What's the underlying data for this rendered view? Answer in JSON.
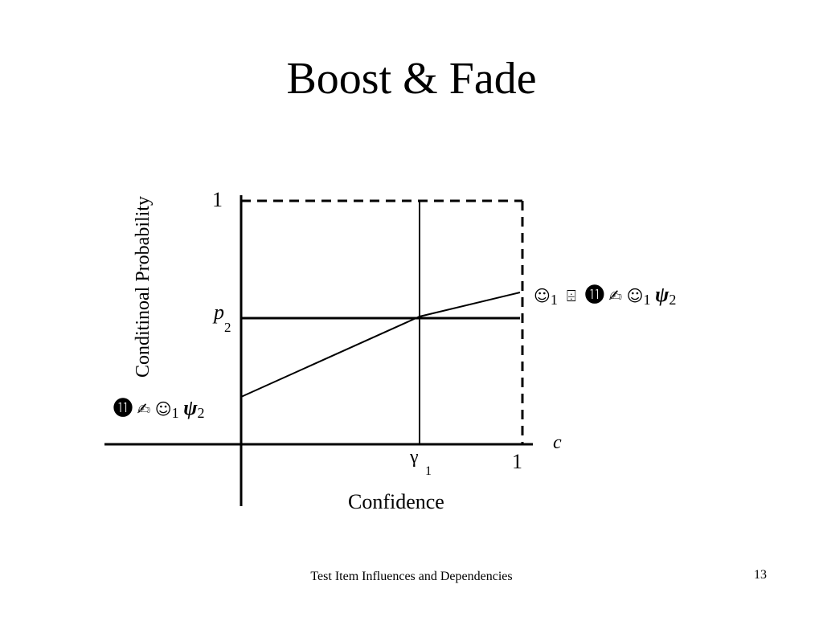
{
  "slide": {
    "title": "Boost & Fade",
    "footer": "Test Item Influences and Dependencies",
    "page_number": "13"
  },
  "diagram": {
    "y_axis_title": "Conditinoal Probability",
    "x_axis_title": "Confidence",
    "y_tick_top": "1",
    "x_tick_right": "1",
    "x_variable": "c",
    "p_label": "p",
    "p_subscript": "2",
    "gamma_label": "γ",
    "gamma_subscript": "1",
    "boost_formula": {
      "glyph_a": "☺",
      "sub_a": "1",
      "glyph_b": "⌹",
      "glyph_c": "⓫",
      "glyph_d": "✍",
      "glyph_e": "☺",
      "sub_e": "1",
      "glyph_f": "ψ",
      "sub_f": "2"
    },
    "fade_formula": {
      "glyph_c": "⓫",
      "glyph_d": "✍",
      "glyph_e": "☺",
      "sub_e": "1",
      "glyph_f": "ψ",
      "sub_f": "2"
    },
    "line_color": "#000000"
  }
}
